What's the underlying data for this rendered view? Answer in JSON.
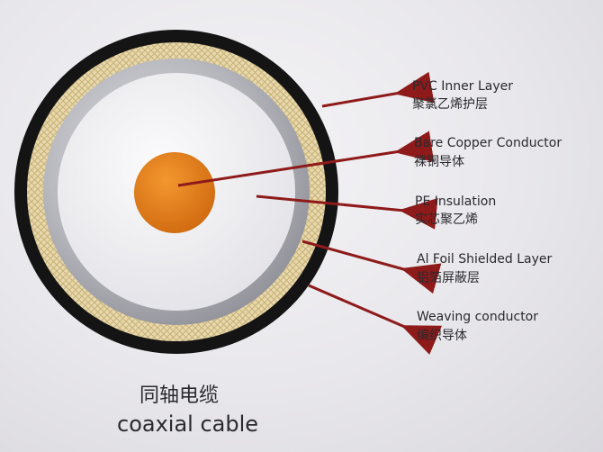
{
  "layers": [
    {
      "en": "PVC Inner Layer",
      "zh": "聚氯乙烯护层"
    },
    {
      "en": "Bare Copper Conductor",
      "zh": "裸铜导体"
    },
    {
      "en": "PE Insulation",
      "zh": "实芯聚乙烯"
    },
    {
      "en": "Al Foil Shielded Layer",
      "zh": "铝箔屏蔽层"
    },
    {
      "en": "Weaving conductor",
      "zh": "编织导体"
    }
  ],
  "caption": {
    "zh": "同轴电缆",
    "en": "coaxial cable"
  },
  "colors": {
    "jacket": "#161616",
    "braid": "#e6d6a8",
    "foil": "#b8b8be",
    "insulation": "#efeff2",
    "copper": "#e07a16",
    "arrow": "#8e1a1a"
  }
}
